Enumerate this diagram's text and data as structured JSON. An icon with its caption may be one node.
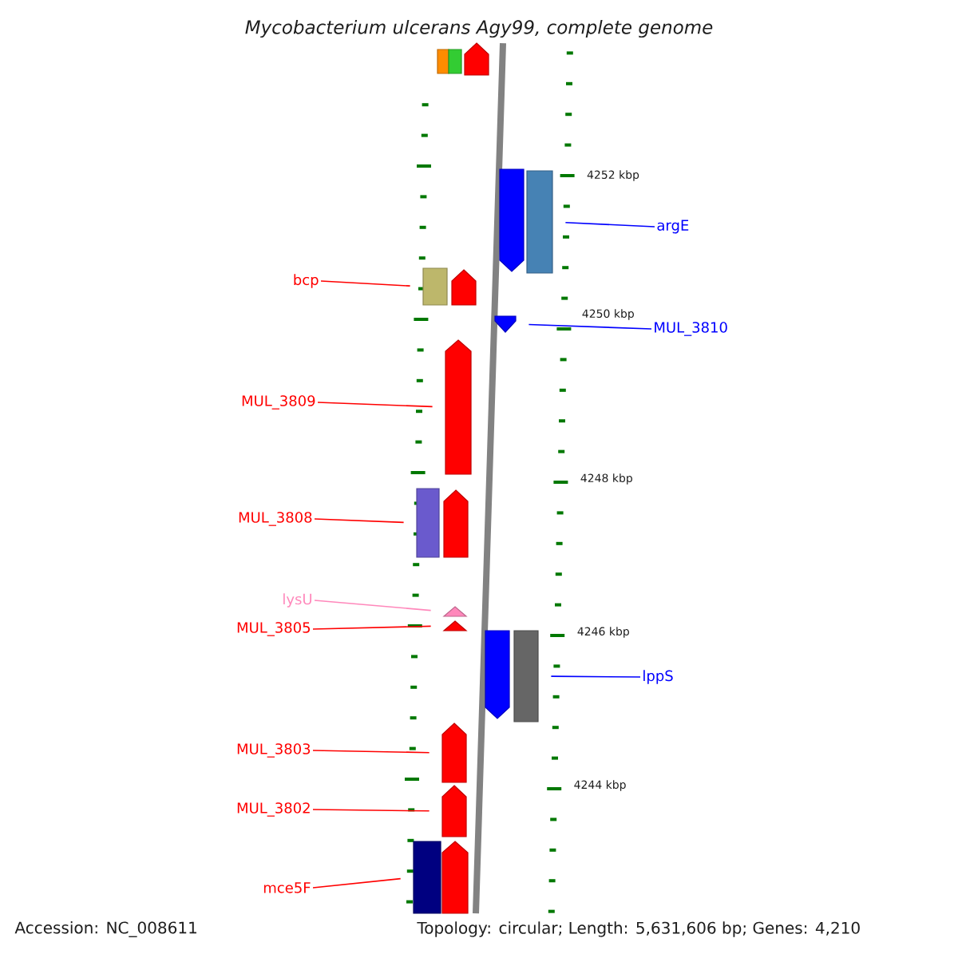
{
  "diagram": {
    "title": "Mycobacterium ulcerans Agy99, complete genome",
    "nodes": [
      {
        "text": [],
        "shape": "box"
      },
      {
        "text": [],
        "shape": "box"
      },
      {
        "text": [],
        "shape": "arrow"
      },
      {
        "text": [],
        "shape": "arrow"
      },
      {
        "text": [],
        "shape": "box"
      },
      {
        "text": [
          "argE"
        ]
      },
      {
        "text": [
          "bcp"
        ]
      },
      {
        "text": [],
        "shape": "box"
      },
      {
        "text": [],
        "shape": "arrow"
      },
      {
        "text": [],
        "shape": "arrow"
      },
      {
        "text": [
          "MUL_3810"
        ]
      },
      {
        "text": [
          "MUL_3809"
        ]
      },
      {
        "text": [],
        "shape": "arrow"
      },
      {
        "text": [
          "MUL_3808"
        ]
      },
      {
        "text": [],
        "shape": "box"
      },
      {
        "text": [],
        "shape": "arrow"
      },
      {
        "text": [
          "lysU"
        ]
      },
      {
        "text": [],
        "shape": "arrow"
      },
      {
        "text": [
          "MUL_3805"
        ]
      },
      {
        "text": [],
        "shape": "arrow"
      },
      {
        "text": [],
        "shape": "arrow"
      },
      {
        "text": [],
        "shape": "box"
      },
      {
        "text": [
          "lppS"
        ]
      },
      {
        "text": [
          "MUL_3803"
        ]
      },
      {
        "text": [],
        "shape": "arrow"
      },
      {
        "text": [
          "MUL_3802"
        ]
      },
      {
        "text": [],
        "shape": "arrow"
      },
      {
        "text": [
          "mce5F"
        ]
      },
      {
        "text": [],
        "shape": "box"
      },
      {
        "text": [],
        "shape": "arrow"
      }
    ],
    "edges": [
      {
        "from": 5,
        "to": 4,
        "arrow": "none",
        "color": "#0000ff"
      },
      {
        "from": 6,
        "to": 7,
        "arrow": "none"
      },
      {
        "from": 10,
        "to": 9,
        "arrow": "none",
        "color": "#0000ff"
      },
      {
        "from": 11,
        "to": 12,
        "arrow": "none"
      },
      {
        "from": 13,
        "to": 14,
        "arrow": "none"
      },
      {
        "from": 16,
        "to": 17,
        "arrow": "none",
        "color": "#ff88bb"
      },
      {
        "from": 18,
        "to": 19,
        "arrow": "none"
      },
      {
        "from": 22,
        "to": 21,
        "arrow": "none",
        "color": "#0000ff"
      },
      {
        "from": 23,
        "to": 24,
        "arrow": "none"
      },
      {
        "from": 25,
        "to": 26,
        "arrow": "none"
      },
      {
        "from": 27,
        "to": 28,
        "arrow": "none"
      }
    ],
    "labels": [
      "4252 kbp",
      "4250 kbp",
      "4248 kbp",
      "4246 kbp",
      "4244 kbp",
      "Accession: NC_008611",
      "Topology: circular; Length: 5,631,606 bp; Genes: 4,210"
    ]
  }
}
